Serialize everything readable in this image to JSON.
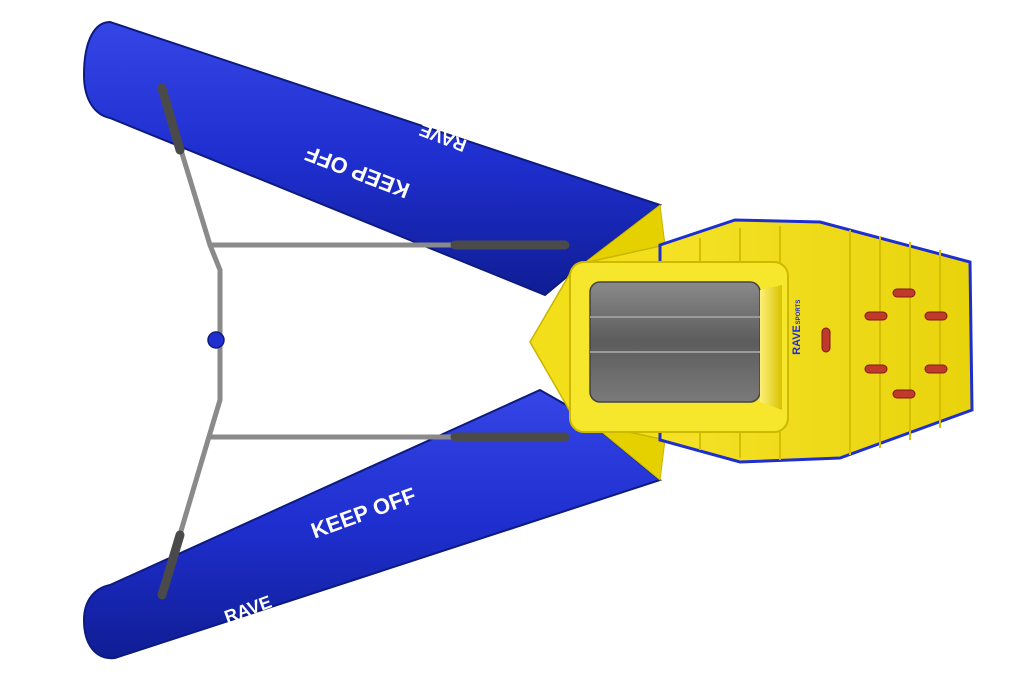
{
  "labels": {
    "top_tube_warning": "KEEP OFF",
    "bottom_tube_warning": "KEEP OFF",
    "top_tube_brand": "RAVE",
    "bottom_tube_brand": "RAVE",
    "deck_brand_main": "RAVE",
    "deck_brand_sub": "SPORTS"
  },
  "colors": {
    "tube_blue": "#1f2fcf",
    "tube_blue_dark": "#10209a",
    "deck_yellow": "#f2df1a",
    "deck_yellow_dark": "#c9b400",
    "mat_gray": "#6e6e6e",
    "handle_red": "#c0392b",
    "rail_gray": "#8a8a8a"
  }
}
